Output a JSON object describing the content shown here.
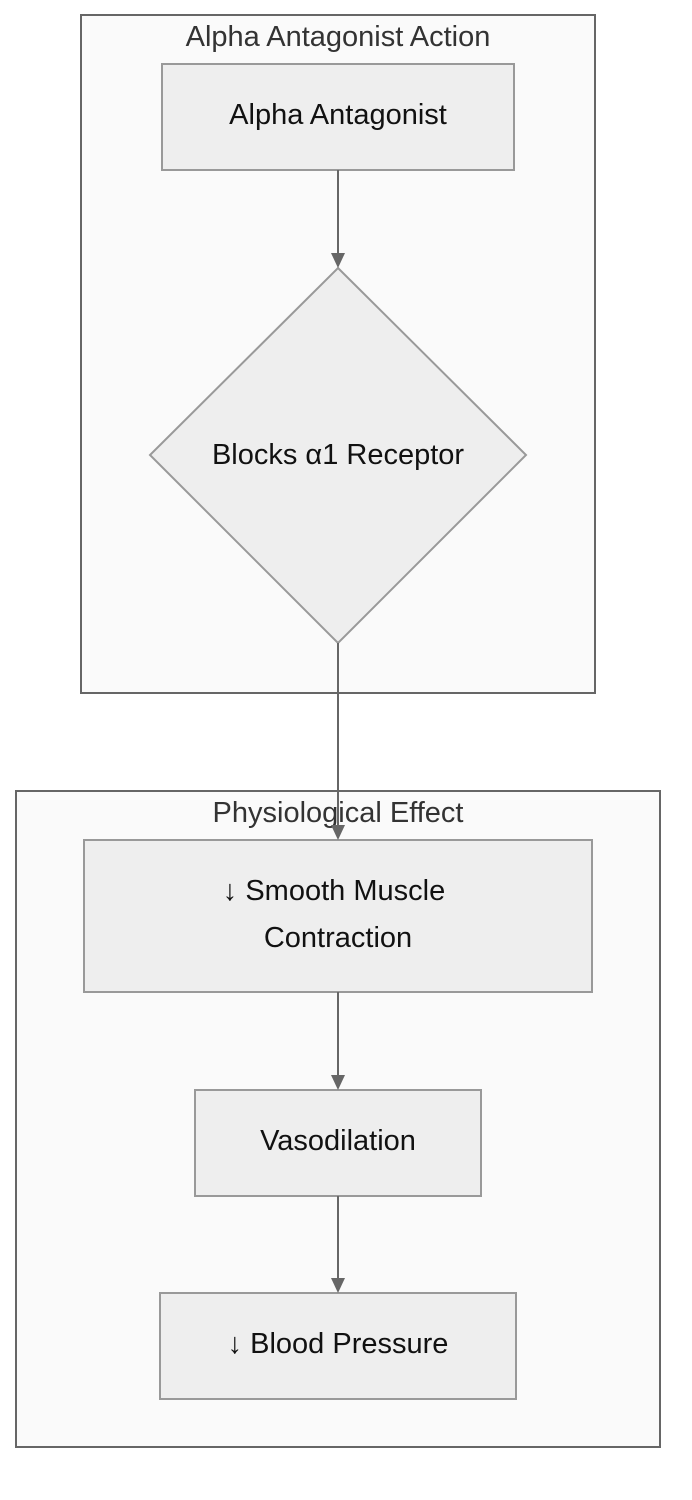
{
  "clusters": {
    "action": {
      "title": "Alpha Antagonist Action"
    },
    "effect": {
      "title": "Physiological Effect"
    }
  },
  "nodes": {
    "antagonist": {
      "label": "Alpha Antagonist"
    },
    "blocks": {
      "label": "Blocks α1 Receptor"
    },
    "contraction": {
      "line1": "↓ Smooth Muscle",
      "line2": "Contraction"
    },
    "vasodilation": {
      "label": "Vasodilation"
    },
    "pressure": {
      "label": "↓ Blood Pressure"
    }
  },
  "colors": {
    "cluster_fill": "#fafafa",
    "cluster_stroke": "#666666",
    "node_fill": "#eeeeee",
    "node_stroke": "#999999",
    "edge": "#666666"
  }
}
